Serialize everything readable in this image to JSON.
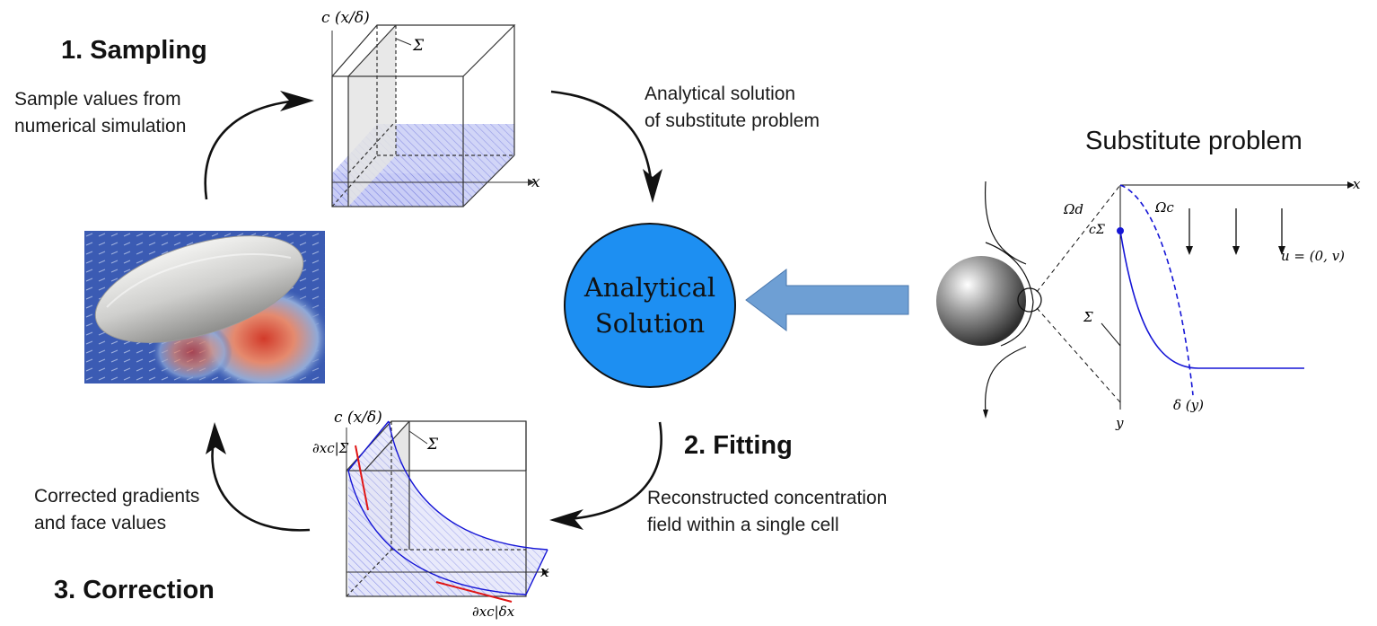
{
  "steps": {
    "sampling": {
      "title": "1. Sampling",
      "caption": "Sample values from\nnumerical simulation"
    },
    "fitting": {
      "title": "2. Fitting",
      "caption": "Reconstructed concentration\nfield within a single cell"
    },
    "correction": {
      "title": "3. Correction",
      "caption": "Corrected gradients\n and face values"
    }
  },
  "analytical": {
    "caption": "Analytical solution\nof substitute problem",
    "center": "Analytical\nSolution"
  },
  "substitute": {
    "title": "Substitute problem",
    "labels": {
      "x_axis": "x",
      "y_axis": "y",
      "omega_d": "Ωd",
      "omega_c": "Ωc",
      "c_sigma": "cΣ",
      "sigma": "Σ",
      "velocity": "u = (0, v)",
      "delta": "δ (y)"
    }
  },
  "cell_top": {
    "y_label": "c (x/δ)",
    "x_label": "x",
    "sigma": "Σ"
  },
  "cell_bottom": {
    "y_label": "c (x/δ)",
    "x_label": "x",
    "sigma": "Σ",
    "grad_sigma": "∂xc|Σ",
    "grad_delta": "∂xc|δx"
  },
  "colors": {
    "circle_fill": "#1d8ff2",
    "arrow_fill": "#6e9fd4",
    "curve": "#1515d6",
    "gradient_line": "#e01515"
  }
}
